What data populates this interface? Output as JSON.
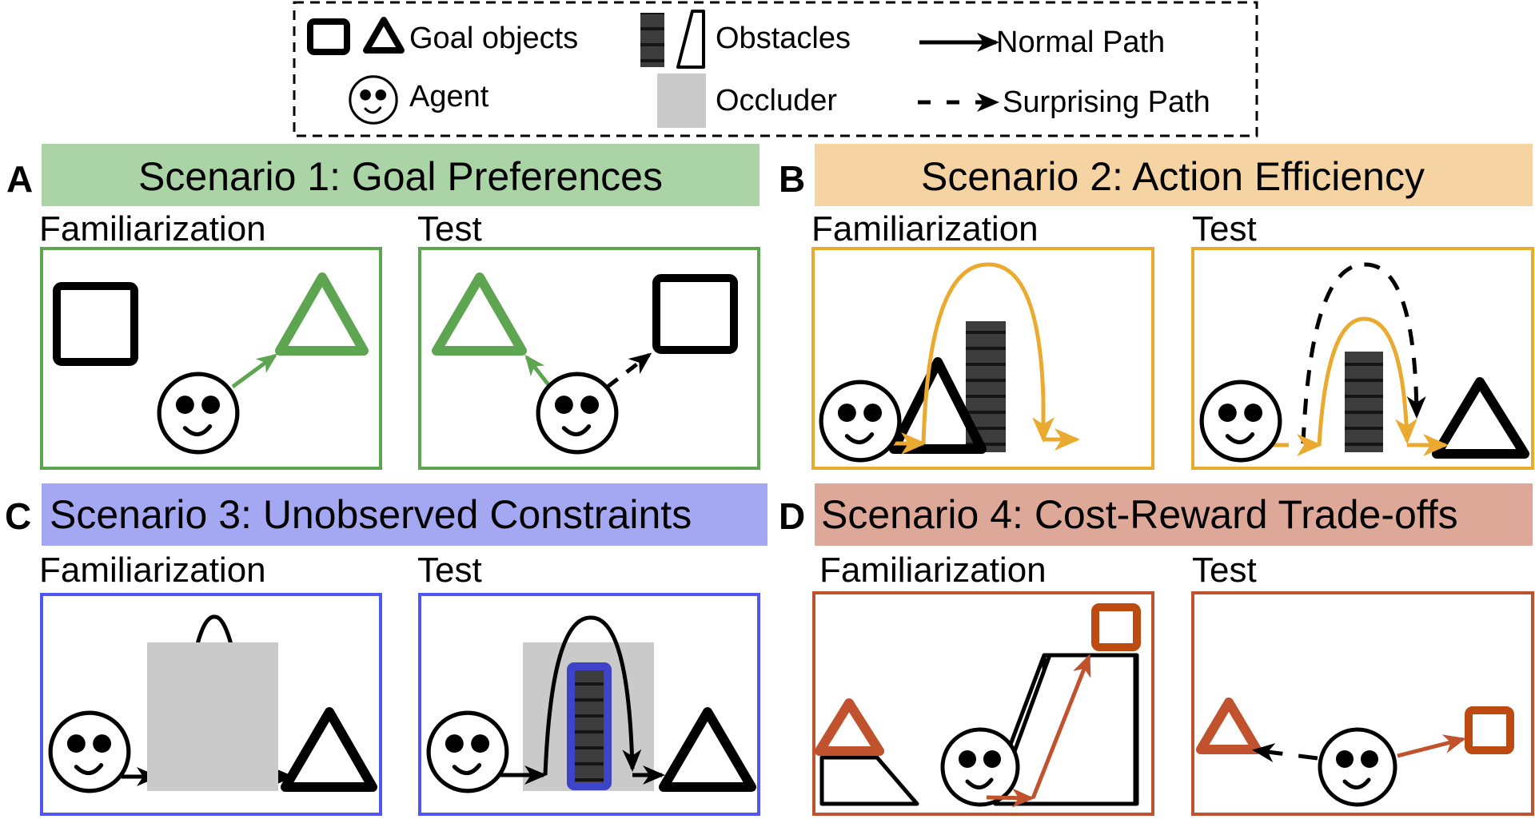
{
  "legend": {
    "goal_objects": "Goal objects",
    "agent": "Agent",
    "obstacles": "Obstacles",
    "occluder": "Occluder",
    "normal_path": "Normal Path",
    "surprising_path": "Surprising Path"
  },
  "colors": {
    "green_band": "#aad3a6",
    "green": "#5da550",
    "orange_band": "#f5d3a3",
    "orange": "#eaaa30",
    "blue_band": "#a4a7f2",
    "blue": "#5156f0",
    "blue_dark": "#3d44c8",
    "red_band": "#dea898",
    "red": "#c0522e",
    "red_dark": "#bd4a10",
    "occluder": "#cacaca",
    "obstacle": "#3a3a3a"
  },
  "panels": [
    {
      "letter": "A",
      "title": "Scenario 1: Goal Preferences",
      "familiarization": "Familiarization",
      "test": "Test"
    },
    {
      "letter": "B",
      "title": "Scenario 2: Action Efficiency",
      "familiarization": "Familiarization",
      "test": "Test"
    },
    {
      "letter": "C",
      "title": "Scenario 3: Unobserved Constraints",
      "familiarization": "Familiarization",
      "test": "Test"
    },
    {
      "letter": "D",
      "title": "Scenario 4: Cost-Reward Trade-offs",
      "familiarization": "Familiarization",
      "test": "Test"
    }
  ]
}
